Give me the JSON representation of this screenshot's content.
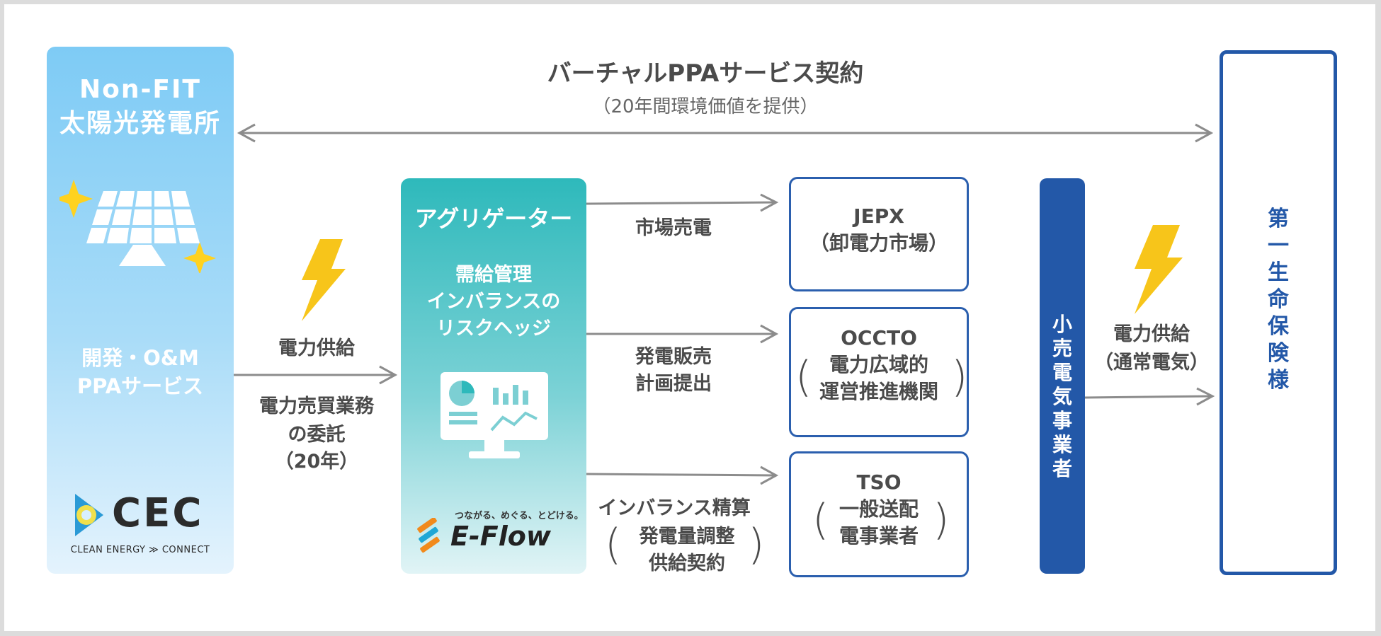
{
  "top": {
    "title": "バーチャルPPAサービス契約",
    "subtitle": "（20年間環境価値を提供）"
  },
  "plant": {
    "title_1": "Non-FIT",
    "title_2": "太陽光発電所",
    "service_1": "開発・O&M",
    "service_2": "PPAサービス",
    "logo_text": "CEC",
    "logo_tagline": "CLEAN ENERGY ≫ CONNECT"
  },
  "left_flow": {
    "supply": "電力供給",
    "contract_1": "電力売買業務",
    "contract_2": "の委託",
    "contract_3": "（20年）"
  },
  "aggregator": {
    "title": "アグリゲーター",
    "desc_1": "需給管理",
    "desc_2": "インバランスの",
    "desc_3": "リスクヘッジ",
    "tagline": "つながる、めぐる、とどける。",
    "brand": "E-Flow"
  },
  "flows": {
    "market_sale": "市場売電",
    "plan_1": "発電販売",
    "plan_2": "計画提出",
    "imbalance_1": "インバランス精算",
    "imbalance_2": "発電量調整",
    "imbalance_3": "供給契約"
  },
  "boxes": {
    "jepx_1": "JEPX",
    "jepx_2": "（卸電力市場）",
    "occto_1": "OCCTO",
    "occto_2": "電力広域的",
    "occto_3": "運営推進機関",
    "tso_1": "TSO",
    "tso_2": "一般送配",
    "tso_3": "電事業者"
  },
  "retail": {
    "label": [
      "小",
      "売",
      "電",
      "気",
      "事",
      "業",
      "者"
    ]
  },
  "right_flow": {
    "supply_1": "電力供給",
    "supply_2": "（通常電気）"
  },
  "insurer": {
    "label": [
      "第",
      "一",
      "生",
      "命",
      "保",
      "険",
      "様"
    ]
  },
  "colors": {
    "plant_blue": "#7ecbf5",
    "aggregator_teal": "#2eb9bb",
    "navy": "#2358a8",
    "bolt": "#f7c51a"
  }
}
